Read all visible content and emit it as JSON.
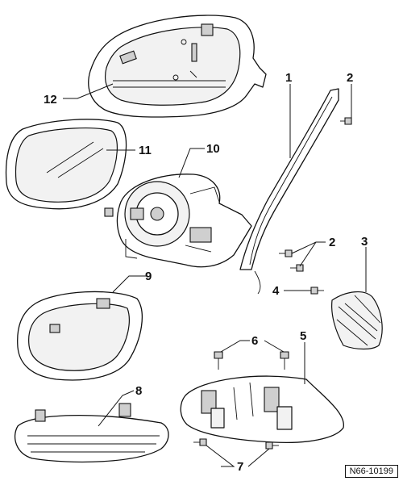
{
  "figure": {
    "reference_code": "N66-10199",
    "callouts": {
      "c1": "1",
      "c2a": "2",
      "c2b": "2",
      "c3": "3",
      "c4": "4",
      "c5": "5",
      "c6": "6",
      "c7": "7",
      "c8": "8",
      "c9": "9",
      "c10": "10",
      "c11": "11",
      "c12": "12"
    }
  }
}
